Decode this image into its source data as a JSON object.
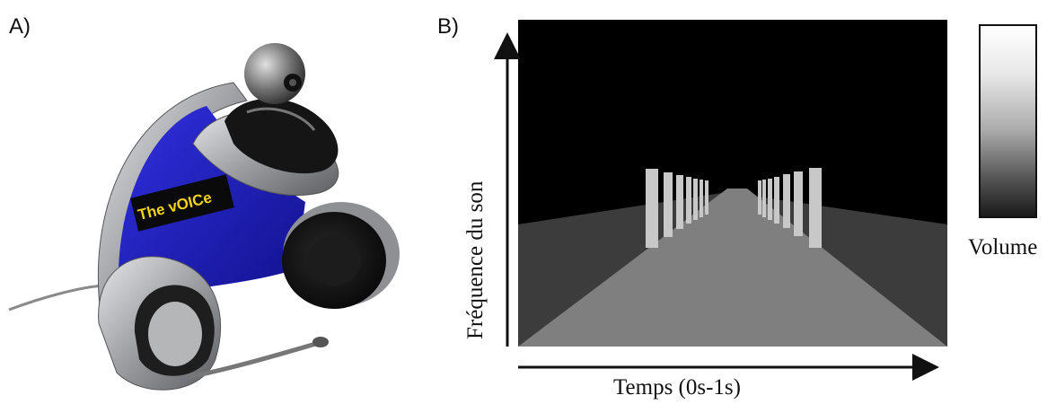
{
  "panels": {
    "a_label": "A)",
    "b_label": "B)"
  },
  "photo": {
    "device_logo": "The vOICe"
  },
  "spectrogram": {
    "x_axis_label": "Temps (0s-1s)",
    "y_axis_label": "Fréquence du son",
    "legend_label": "Volume"
  },
  "colors": {
    "headset_blue": "#1c1cc0",
    "headset_silver": "#a6a8aa",
    "sky": "#000000",
    "road": "#7f7f7f",
    "side_ground": "#3c3c3c",
    "pillars": "#c8c8c8"
  }
}
